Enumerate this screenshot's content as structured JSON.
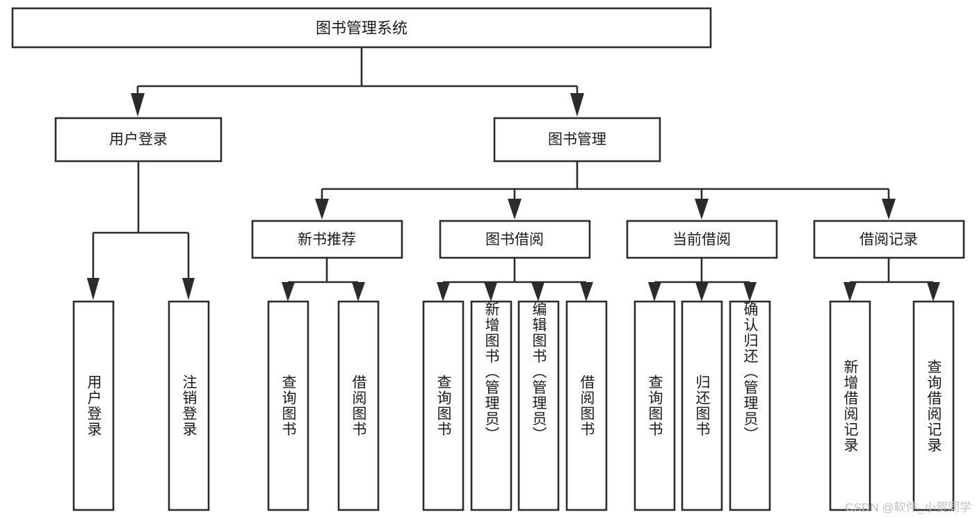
{
  "diagram": {
    "type": "tree-hierarchy-chart",
    "title": "图书管理系统",
    "colors": {
      "box_fill": "#ffffff",
      "box_stroke": "#2b2b2b",
      "text": "#1a1a1a",
      "background": "#ffffff",
      "watermark": "#bfbfbf"
    },
    "root": {
      "label": "图书管理系统"
    },
    "level2": [
      {
        "label": "用户登录"
      },
      {
        "label": "图书管理"
      }
    ],
    "level3": [
      {
        "label": "新书推荐"
      },
      {
        "label": "图书借阅"
      },
      {
        "label": "当前借阅"
      },
      {
        "label": "借阅记录"
      }
    ],
    "leaves": {
      "user_login": [
        {
          "label": "用户登录"
        },
        {
          "label": "注销登录"
        }
      ],
      "new_book_recommend": [
        {
          "label": "查询图书"
        },
        {
          "label": "借阅图书"
        }
      ],
      "book_borrow": [
        {
          "label": "查询图书"
        },
        {
          "label": "新增图书（管理员）"
        },
        {
          "label": "编辑图书（管理员）"
        },
        {
          "label": "借阅图书"
        }
      ],
      "current_borrow": [
        {
          "label": "查询图书"
        },
        {
          "label": "归还图书"
        },
        {
          "label": "确认归还（管理员）"
        }
      ],
      "borrow_record": [
        {
          "label": "新增借阅记录"
        },
        {
          "label": "查询借阅记录"
        }
      ]
    }
  },
  "watermark": {
    "text": "CSDN @软件_小贺同学"
  }
}
